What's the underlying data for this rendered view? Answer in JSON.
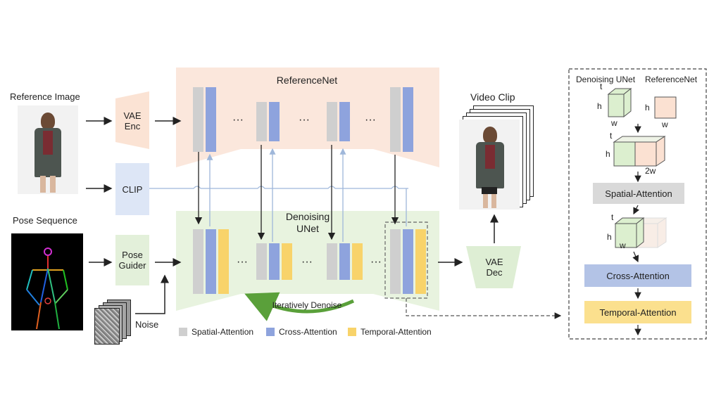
{
  "inputs": {
    "reference_image_label": "Reference Image",
    "pose_sequence_label": "Pose Sequence",
    "noise_label": "Noise"
  },
  "modules": {
    "vae_enc": "VAE\nEnc",
    "clip": "CLIP",
    "pose_guider": "Pose\nGuider",
    "vae_dec": "VAE\nDec"
  },
  "networks": {
    "reference_net": "ReferenceNet",
    "denoising_unet": "Denoising\nUNet",
    "iteratively_denoise": "Iteratively Denoise",
    "ellipsis": "···"
  },
  "output": {
    "video_clip_label": "Video Clip"
  },
  "legend": {
    "spatial": "Spatial-Attention",
    "cross": "Cross-Attention",
    "temporal": "Temporal-Attention"
  },
  "detail_panel": {
    "denoising_unet": "Denoising UNet",
    "reference_net": "ReferenceNet",
    "t": "t",
    "h": "h",
    "w": "w",
    "two_w": "2w",
    "spatial_attention": "Spatial-Attention",
    "cross_attention": "Cross-Attention",
    "temporal_attention": "Temporal-Attention"
  },
  "colors": {
    "spatial": "#cfcfcf",
    "cross": "#8ea3dd",
    "temporal": "#f8d36a",
    "reference_net_bg": "#fbe7dc",
    "denoising_bg": "#e8f3df",
    "clip_box": "#dde6f6",
    "vae_enc_box": "#fbe3d4",
    "pose_box": "#e3f0da",
    "vae_dec_box": "#deeed4"
  }
}
